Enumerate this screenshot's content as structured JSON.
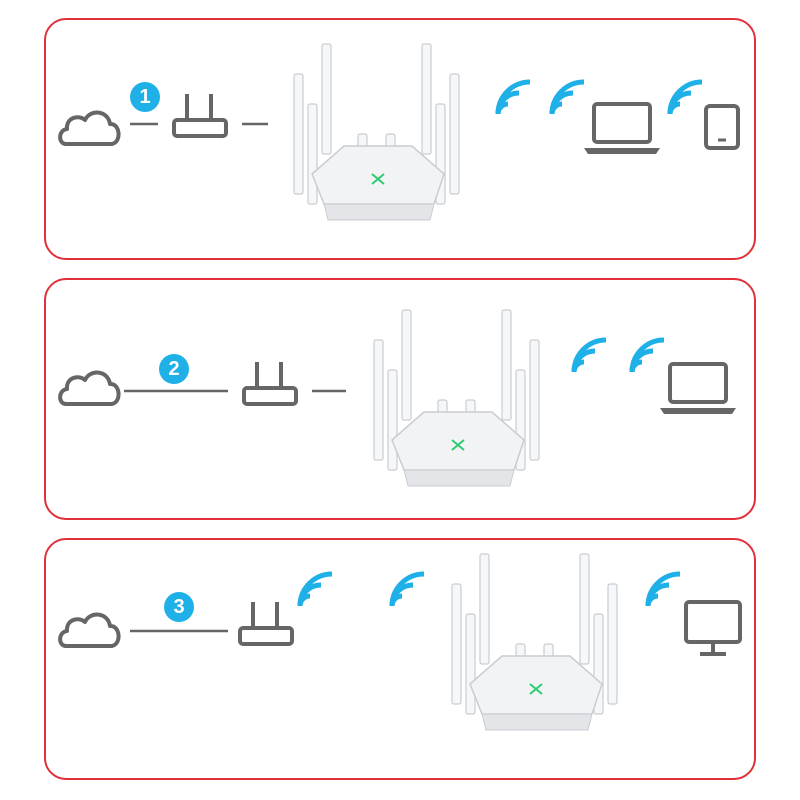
{
  "colors": {
    "frame": "#e0303a",
    "badge": "#1fb0e8",
    "wifi": "#1fb0e8",
    "icon_stroke": "#666666",
    "router_body": "#f2f3f5",
    "router_led": "#2ecc71"
  },
  "panels": [
    {
      "step": "1",
      "icons": [
        "cloud-icon",
        "modem-icon",
        "router-image",
        "wifi-icon",
        "wifi-icon",
        "laptop-icon",
        "wifi-icon",
        "tablet-icon"
      ]
    },
    {
      "step": "2",
      "icons": [
        "cloud-icon",
        "modem-icon",
        "router-image",
        "wifi-icon",
        "wifi-icon",
        "laptop-icon"
      ]
    },
    {
      "step": "3",
      "icons": [
        "cloud-icon",
        "modem-icon",
        "wifi-icon",
        "wifi-icon",
        "router-image",
        "wifi-icon",
        "monitor-icon"
      ]
    }
  ]
}
